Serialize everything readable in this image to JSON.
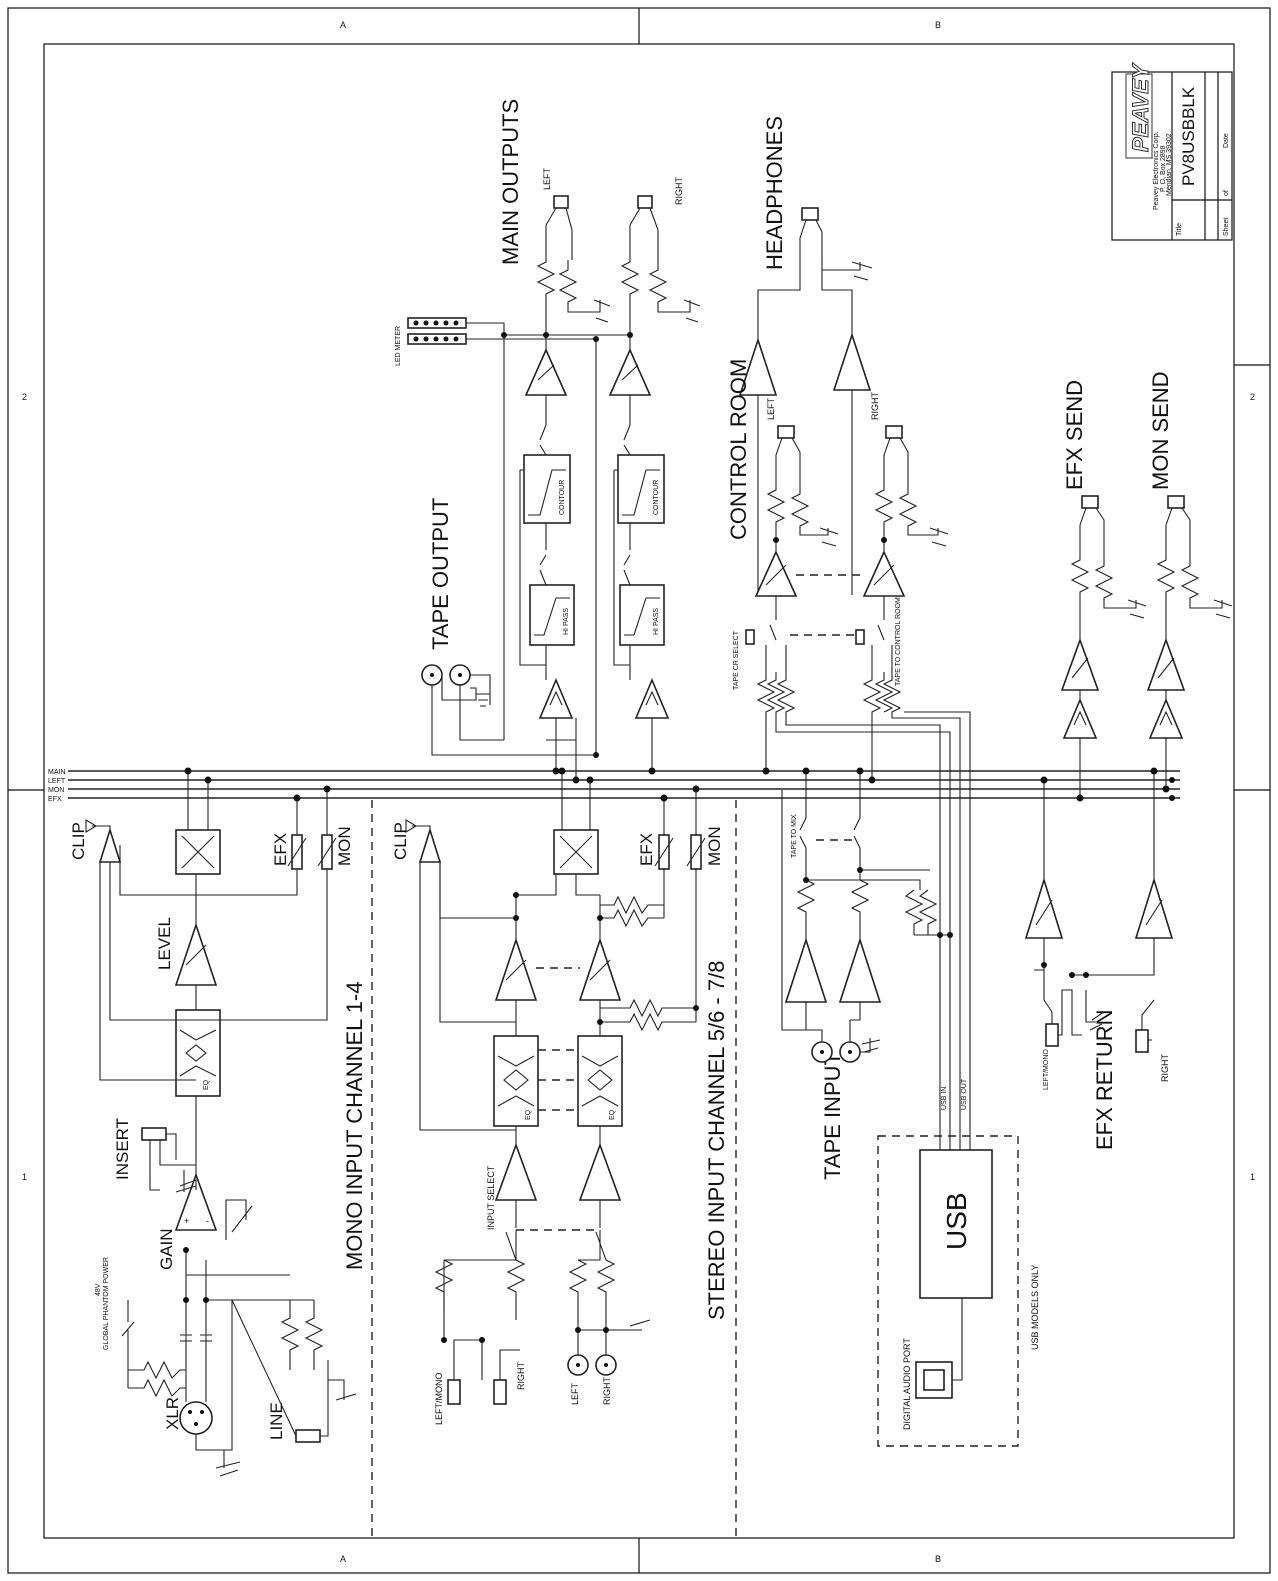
{
  "labels": {
    "main_outputs": "MAIN OUTPUTS",
    "headphones": "HEADPHONES",
    "control_room": "CONTROL ROOM",
    "tape_output": "TAPE OUTPUT",
    "efx_send": "EFX SEND",
    "mon_send": "MON SEND",
    "led_meter": "LED METER",
    "left": "LEFT",
    "right": "RIGHT",
    "tape_cr_select": "TAPE CR SELECT",
    "tape_to_control_room": "TAPE TO CONTROL ROOM",
    "tape_to_mix": "TAPE TO MIX",
    "tape_input": "TAPE INPUT",
    "efx_return": "EFX RETURN",
    "left_mono": "LEFT/MONO",
    "usb": "USB",
    "usb_models_only": "USB MODELS ONLY",
    "digital_audio_port": "DIGITAL AUDIO PORT",
    "usb_in": "USB IN",
    "usb_out": "USB OUT",
    "mono_input": "MONO INPUT    CHANNEL 1-4",
    "stereo_input": "STEREO INPUT CHANNEL 5/6 - 7/8",
    "clip": "CLIP",
    "efx": "EFX",
    "mon": "MON",
    "level": "LEVEL",
    "insert": "INSERT",
    "gain": "GAIN",
    "xlr": "XLR",
    "line": "LINE",
    "input_select": "INPUT SELECT",
    "phantom": "GLOBAL PHANTOM POWER",
    "v48": "48V",
    "eq": "EQ",
    "contour": "CONTOUR",
    "hi_pass": "HI PASS",
    "bus_main": "MAIN",
    "bus_left": "LEFT",
    "bus_mon": "MON",
    "bus_efx": "EFX",
    "model": "PV8USBBLK",
    "company": "Peavey Electronics Corp.",
    "logo": "PEAVEY",
    "po_box": "P. O. Box 2898",
    "city": "Meridian, MS 39302",
    "title_field": "Title",
    "sheet_field": "Sheet",
    "of_field": "of",
    "date_field": "Date",
    "zone_a": "A",
    "zone_b": "B",
    "zone_1": "1",
    "zone_2": "2"
  },
  "colors": {
    "line": "#222222",
    "paper": "#ffffff"
  }
}
